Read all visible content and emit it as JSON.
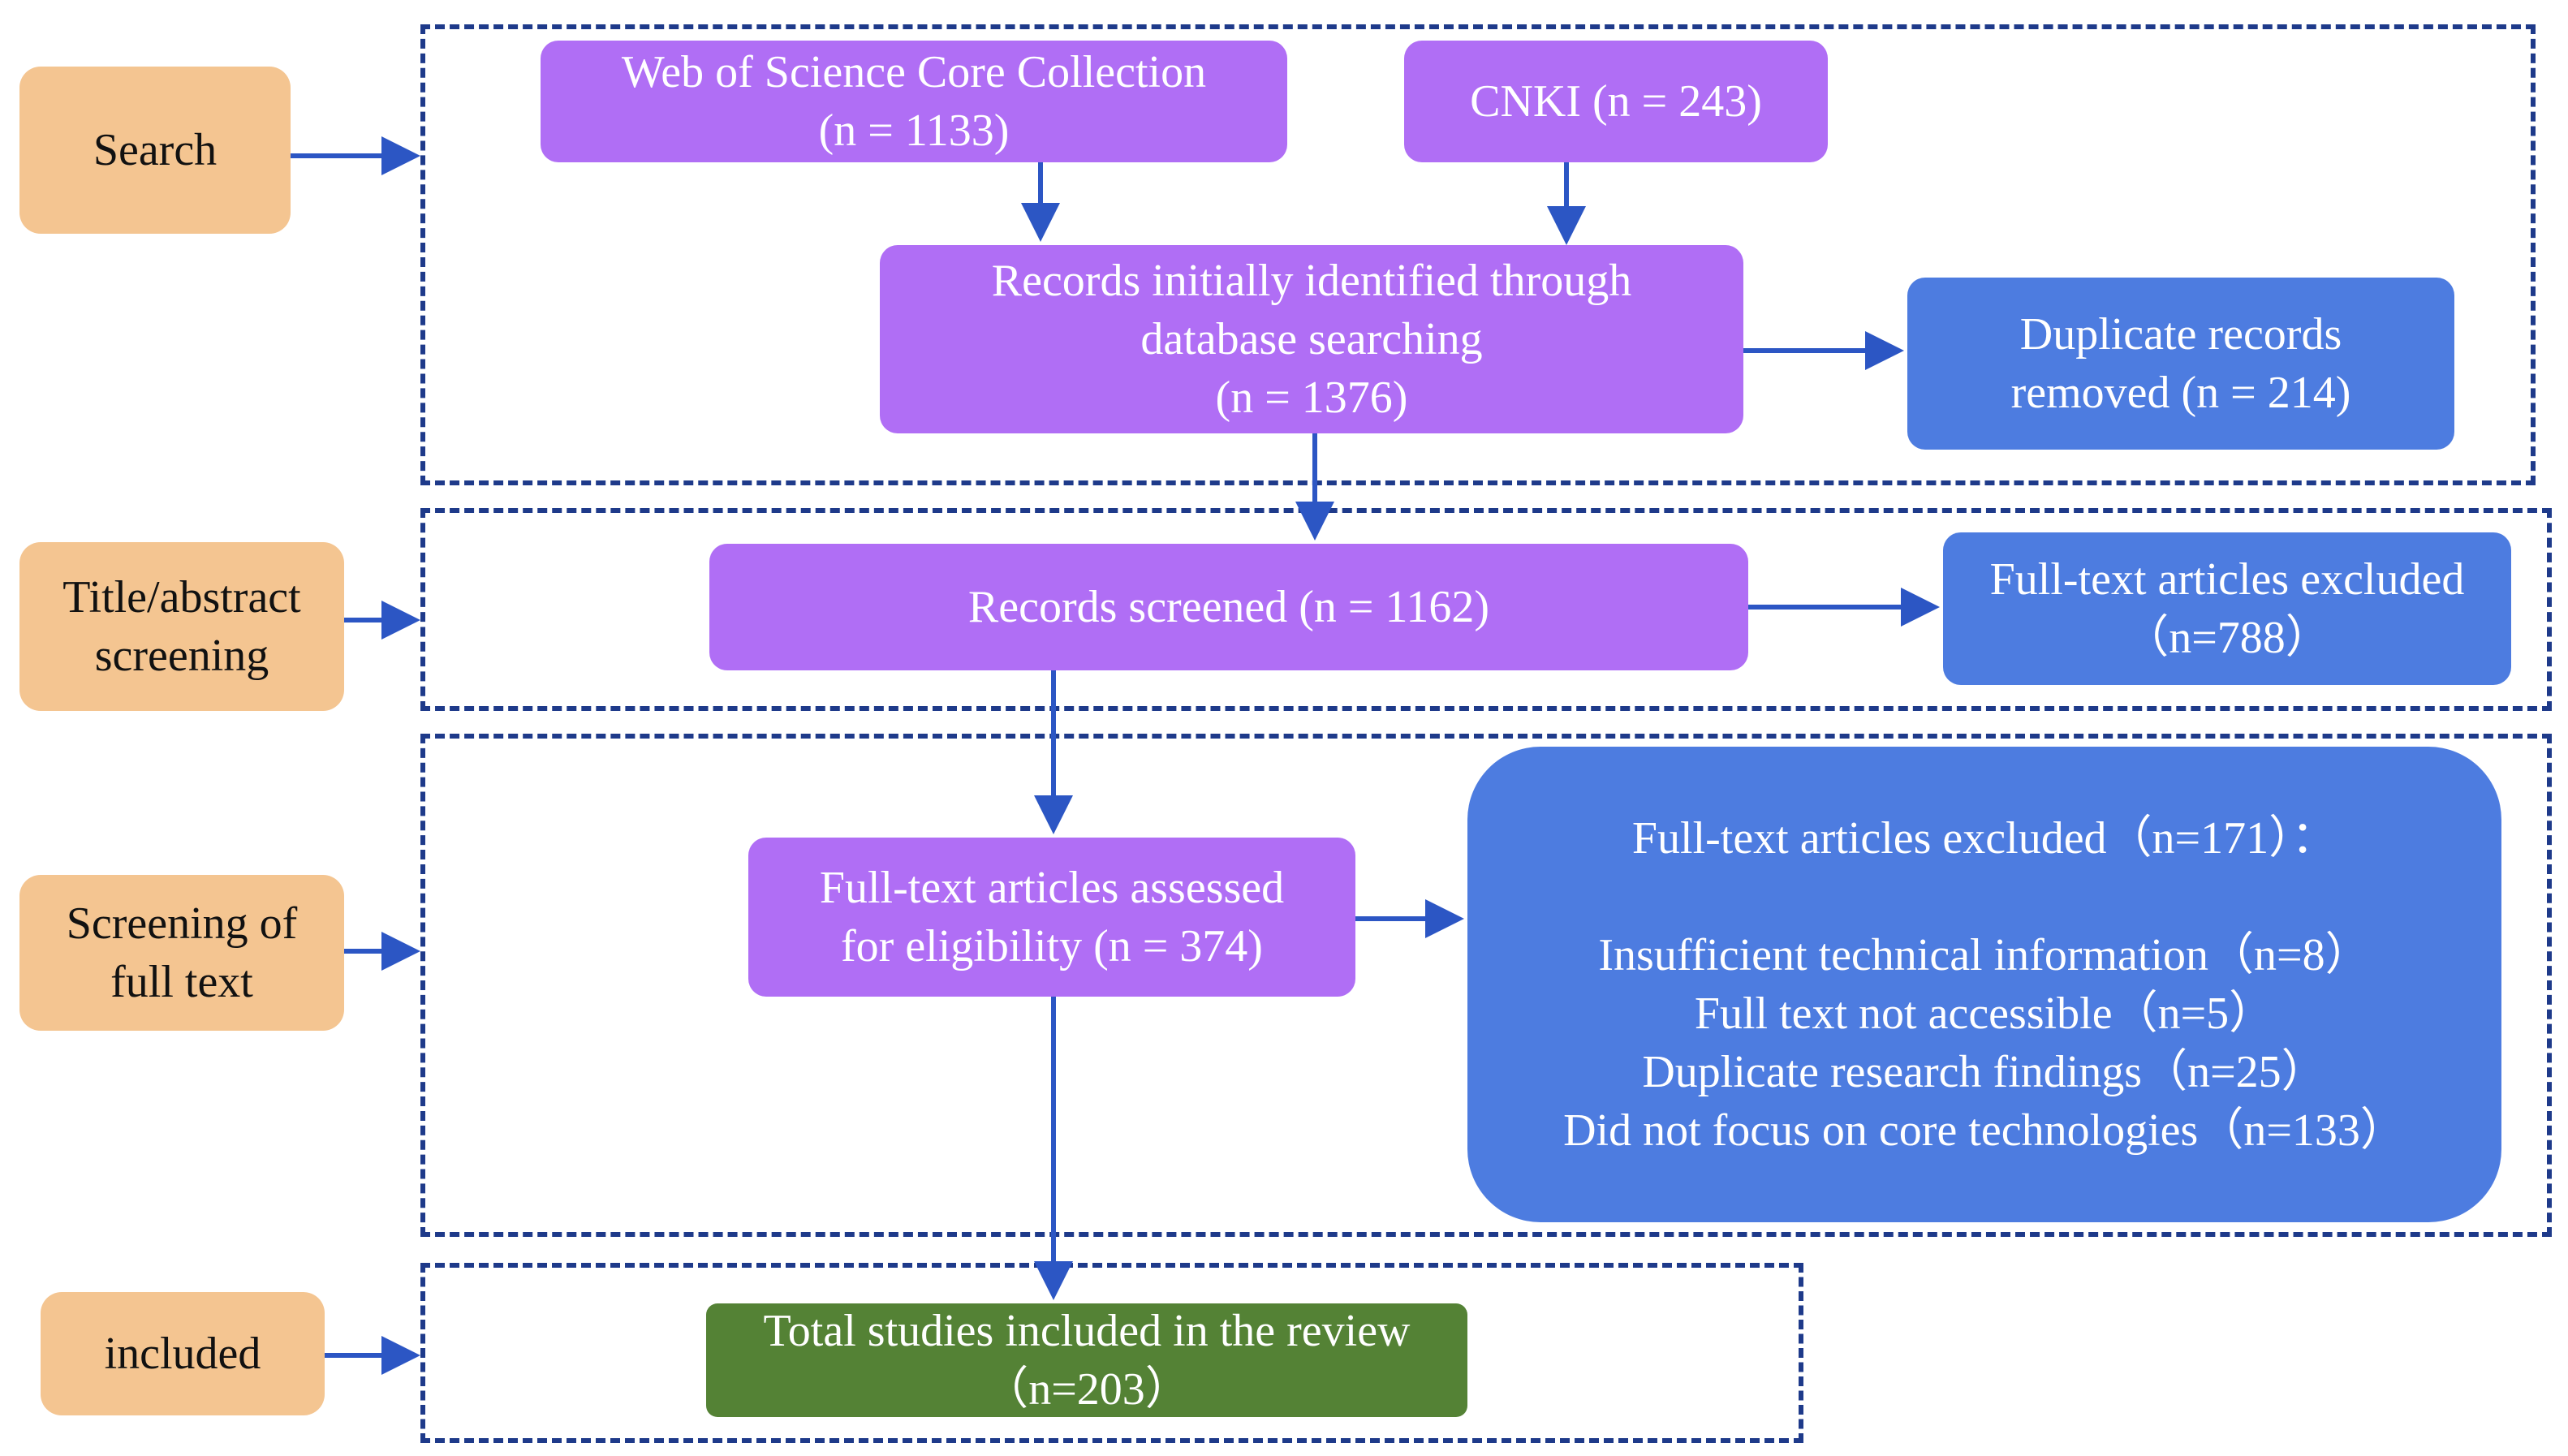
{
  "colors": {
    "stage_fill": "#f4c591",
    "process_fill": "#b06ef5",
    "exclusion_fill": "#4d7ce0",
    "included_fill": "#548235",
    "arrow": "#2c56c4",
    "group_border": "#1e3a8a"
  },
  "stages": {
    "search": [
      "Search"
    ],
    "title_abstract": [
      "Title/abstract",
      "screening"
    ],
    "full_text": [
      "Screening of",
      "full text"
    ],
    "included": [
      "included"
    ]
  },
  "boxes": {
    "wos": [
      "Web of Science Core Collection",
      "(n = 1133)"
    ],
    "cnki": [
      "CNKI (n = 243)"
    ],
    "identified": [
      "Records initially identified through",
      "database searching",
      "(n = 1376)"
    ],
    "duplicates": [
      "Duplicate records",
      "removed (n = 214)"
    ],
    "screened": [
      "Records screened (n = 1162)"
    ],
    "excluded_screening": [
      "Full-text articles excluded",
      "（n=788）"
    ],
    "assessed": [
      "Full-text articles assessed",
      "for eligibility (n = 374)"
    ],
    "excluded_full_text": {
      "heading": "Full-text articles excluded（n=171）：",
      "reasons": [
        "Insufficient technical information（n=8）",
        "Full text not accessible（n=5）",
        "Duplicate research findings（n=25）",
        "Did not focus on core technologies（n=133）"
      ]
    },
    "total_included": [
      "Total studies included in the review",
      "（n=203）"
    ]
  }
}
